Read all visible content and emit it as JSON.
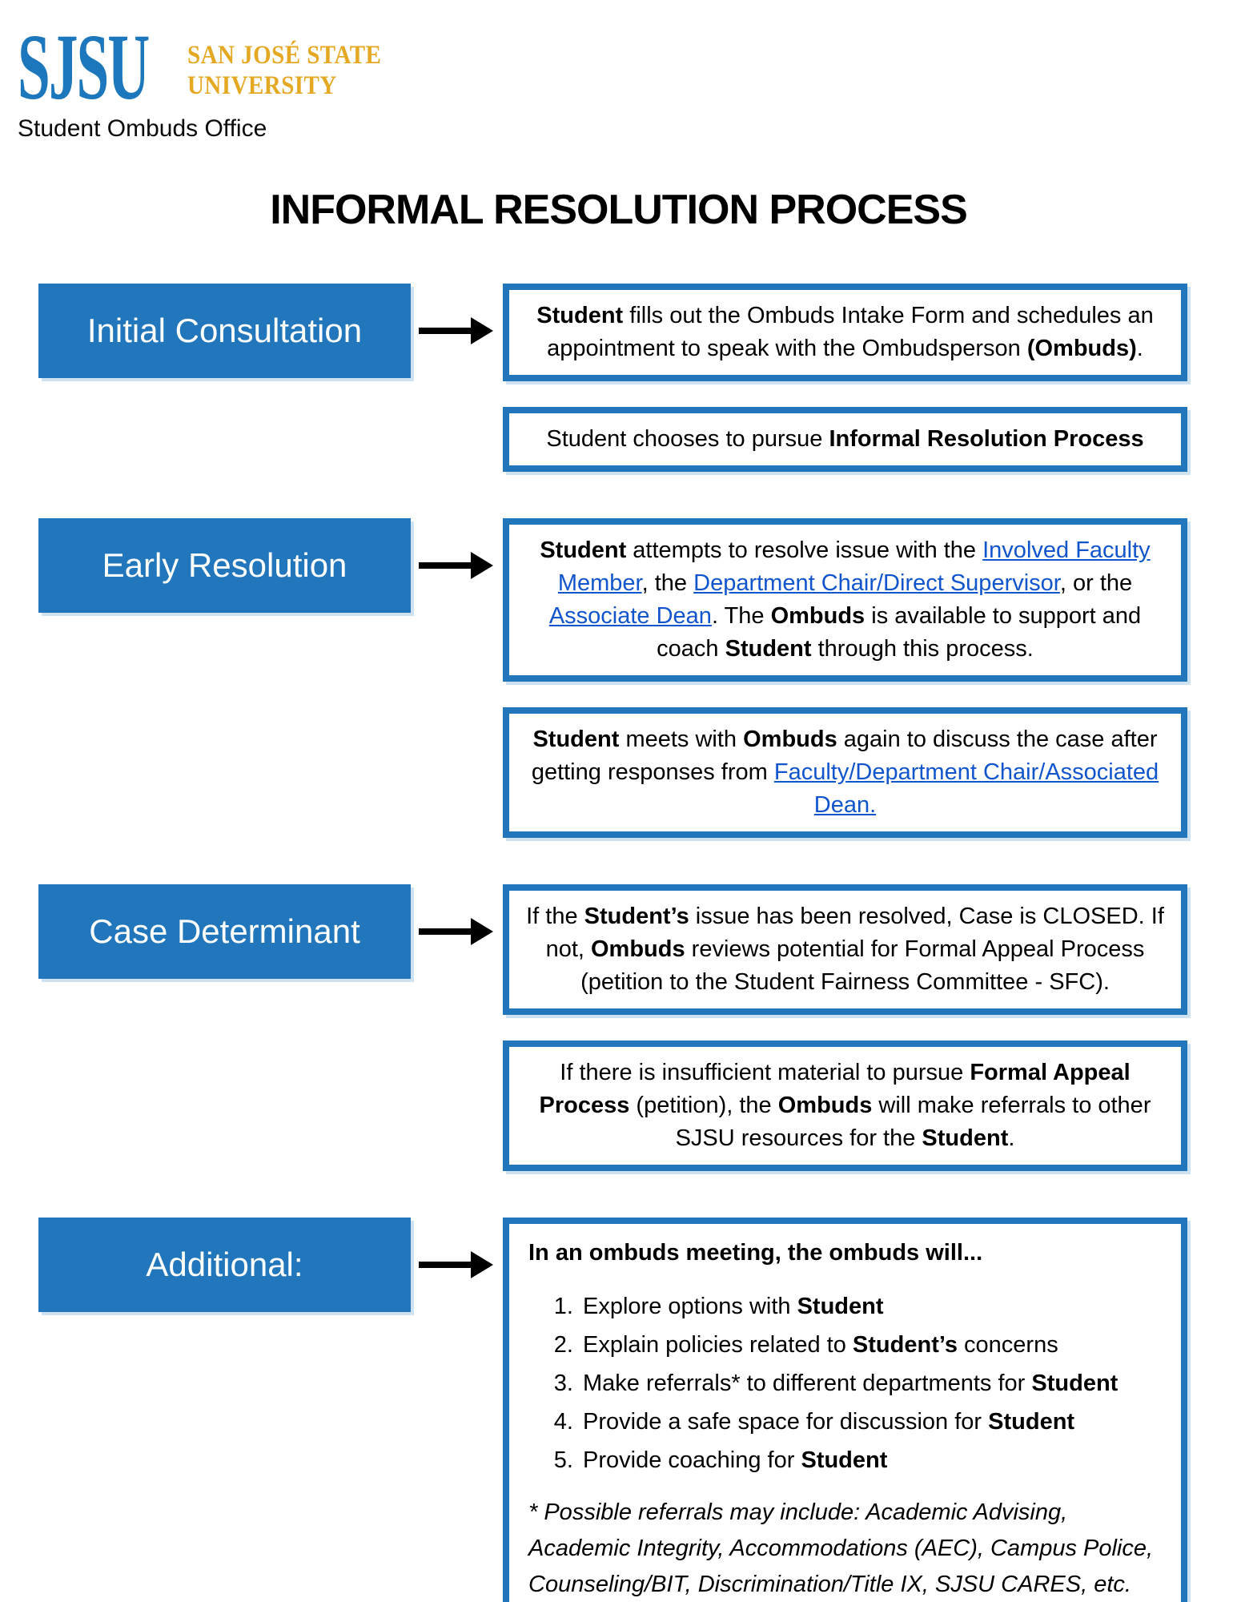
{
  "header": {
    "logo_acronym": "SJSU",
    "logo_line1": "SAN JOSÉ STATE",
    "logo_line2": "UNIVERSITY",
    "office": "Student Ombuds Office"
  },
  "title": "INFORMAL RESOLUTION PROCESS",
  "colors": {
    "box_blue": "#2176BC",
    "logo_blue": "#1D77BC",
    "logo_gold": "#E5A823",
    "link_blue": "#1155CC",
    "arrow_black": "#000000",
    "shadow_blue": "#CFE2F2"
  },
  "sections": [
    {
      "label": "Initial Consultation",
      "boxes": [
        [
          {
            "t": "Student",
            "s": "b"
          },
          {
            "t": " fills out the Ombuds Intake Form and schedules an appointment to speak with the Ombudsperson ",
            "s": "n"
          },
          {
            "t": "(Ombuds)",
            "s": "b"
          },
          {
            "t": ".",
            "s": "n"
          }
        ],
        [
          {
            "t": "Student chooses to pursue ",
            "s": "n"
          },
          {
            "t": "Informal Resolution Process",
            "s": "b"
          }
        ]
      ]
    },
    {
      "label": "Early Resolution",
      "boxes": [
        [
          {
            "t": "Student",
            "s": "b"
          },
          {
            "t": " attempts to resolve issue with the ",
            "s": "n"
          },
          {
            "t": "Involved Faculty Member",
            "s": "link"
          },
          {
            "t": ", the ",
            "s": "n"
          },
          {
            "t": "Department Chair/Direct Supervisor",
            "s": "link"
          },
          {
            "t": ", or the ",
            "s": "n"
          },
          {
            "t": "Associate Dean",
            "s": "link"
          },
          {
            "t": ". The ",
            "s": "n"
          },
          {
            "t": "Ombuds",
            "s": "b"
          },
          {
            "t": " is available to support and coach ",
            "s": "n"
          },
          {
            "t": "Student",
            "s": "b"
          },
          {
            "t": " through this process.",
            "s": "n"
          }
        ],
        [
          {
            "t": "Student",
            "s": "b"
          },
          {
            "t": " meets with ",
            "s": "n"
          },
          {
            "t": "Ombuds",
            "s": "b"
          },
          {
            "t": " again to discuss the case after getting responses from ",
            "s": "n"
          },
          {
            "t": "Faculty/Department Chair/Associated Dean.",
            "s": "link"
          }
        ]
      ]
    },
    {
      "label": "Case Determinant",
      "boxes": [
        [
          {
            "t": "If the ",
            "s": "n"
          },
          {
            "t": "Student’s",
            "s": "b"
          },
          {
            "t": " issue has been resolved, Case is CLOSED. If not, ",
            "s": "n"
          },
          {
            "t": "Ombuds",
            "s": "b"
          },
          {
            "t": " reviews potential for Formal Appeal Process (petition to the Student Fairness Committee - SFC).",
            "s": "n"
          }
        ],
        [
          {
            "t": "If there is insufficient material to pursue ",
            "s": "n"
          },
          {
            "t": "Formal Appeal Process",
            "s": "b"
          },
          {
            "t": " (petition), the ",
            "s": "n"
          },
          {
            "t": "Ombuds",
            "s": "b"
          },
          {
            "t": " will make referrals to other SJSU resources for the ",
            "s": "n"
          },
          {
            "t": "Student",
            "s": "b"
          },
          {
            "t": ".",
            "s": "n"
          }
        ]
      ]
    }
  ],
  "additional": {
    "label": "Additional:",
    "heading": "In an ombuds meeting, the ombuds will...",
    "items": [
      [
        {
          "t": "Explore options with ",
          "s": "n"
        },
        {
          "t": "Student",
          "s": "b"
        }
      ],
      [
        {
          "t": "Explain policies related to ",
          "s": "n"
        },
        {
          "t": "Student’s",
          "s": "b"
        },
        {
          "t": " concerns",
          "s": "n"
        }
      ],
      [
        {
          "t": "Make referrals* to different departments for ",
          "s": "n"
        },
        {
          "t": "Student",
          "s": "b"
        }
      ],
      [
        {
          "t": "Provide a safe space for discussion for ",
          "s": "n"
        },
        {
          "t": "Student",
          "s": "b"
        }
      ],
      [
        {
          "t": "Provide coaching for ",
          "s": "n"
        },
        {
          "t": "Student",
          "s": "b"
        }
      ]
    ],
    "footnote": "* Possible referrals may include: Academic Advising, Academic Integrity, Accommodations (AEC), Campus Police, Counseling/BIT, Discrimination/Title IX, SJSU CARES, etc."
  }
}
